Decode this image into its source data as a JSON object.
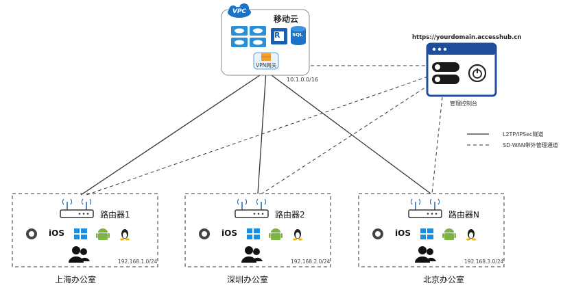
{
  "cloud": {
    "badge": "VPC",
    "title": "移动云",
    "gateway_label": "VPN网关",
    "cidr": "10.1.0.0/16",
    "sql_label": "SQL",
    "router_letter": "R"
  },
  "console": {
    "url": "https://yourdomain.accesshub.cn",
    "label": "管理控制台"
  },
  "legend": {
    "solid": "L2TP/IPSec隧道",
    "dashed": "SD-WAN带外管理通道"
  },
  "offices": [
    {
      "router": "路由器1",
      "subnet": "192.168.1.0/24",
      "name": "上海办公室"
    },
    {
      "router": "路由器2",
      "subnet": "192.168.2.0/24",
      "name": "深圳办公室"
    },
    {
      "router": "路由器N",
      "subnet": "192.168.3.0/24",
      "name": "北京办公室"
    }
  ],
  "platform_icons": {
    "apple": "apple-icon",
    "ios_text": "iOS",
    "windows": "windows-icon",
    "android": "android-icon",
    "linux": "linux-icon",
    "users": "users-icon"
  },
  "colors": {
    "cloud_blue": "#1a73c8",
    "gateway_orange": "#f0a030",
    "windows_blue": "#1a8fe0",
    "android_green": "#7cb342",
    "console_blue": "#1f4e9c"
  }
}
